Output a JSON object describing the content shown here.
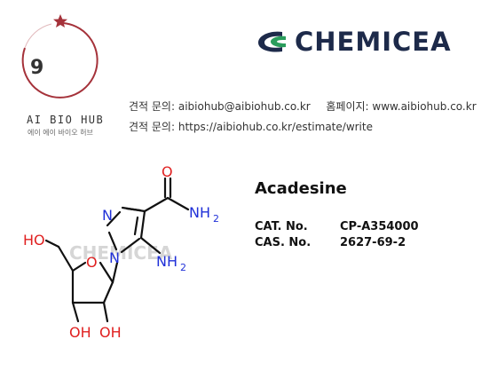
{
  "logo_left": {
    "number": "9",
    "brand": "AI BIO HUB",
    "sub": "에이 에이 바이오 허브",
    "ring_color": "#a5323a",
    "star_color": "#a5323a"
  },
  "logo_right": {
    "text": "CHEMICEA",
    "icon": "chemicea-swirl-icon",
    "colors": [
      "#1d2a4a",
      "#2a9d5c"
    ]
  },
  "contact": {
    "line1_label": "견적 문의:",
    "line1_email": "aibiohub@aibiohub.co.kr",
    "line1_label2": "홈페이지:",
    "line1_site": "www.aibiohub.co.kr",
    "line2_label": "견적 문의:",
    "line2_url": "https://aibiohub.co.kr/estimate/write"
  },
  "structure": {
    "atoms": {
      "o_carbonyl": "O",
      "nh2_amide": "NH",
      "nh2_amide_sub": "2",
      "n_ring_top": "N",
      "n_ring_link": "N",
      "nh2_amino": "NH",
      "nh2_amino_sub": "2",
      "ho_left": "HO",
      "o_ring": "O",
      "oh_1": "OH",
      "oh_2": "OH"
    },
    "watermark": "CHEMICEA",
    "colors": {
      "oxygen": "#e02020",
      "nitrogen": "#2030d8",
      "bond": "#111111"
    }
  },
  "compound": {
    "name": "Acadesine",
    "cat_label": "CAT. No.",
    "cat_value": "CP-A354000",
    "cas_label": "CAS. No.",
    "cas_value": "2627-69-2"
  }
}
